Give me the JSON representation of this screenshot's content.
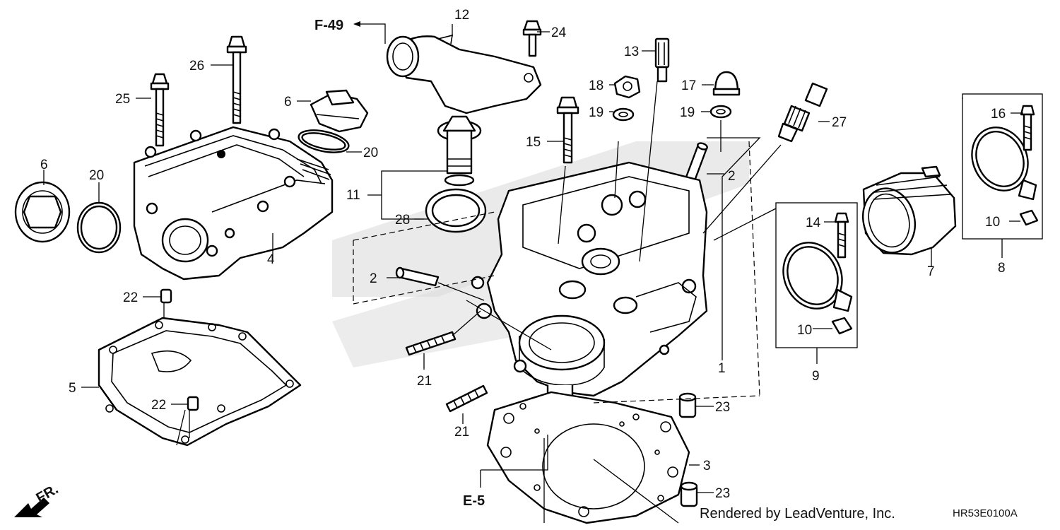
{
  "diagram": {
    "part_labels": [
      "1",
      "2",
      "2",
      "3",
      "4",
      "5",
      "6",
      "6",
      "7",
      "8",
      "9",
      "10",
      "10",
      "11",
      "12",
      "13",
      "14",
      "15",
      "16",
      "17",
      "18",
      "19",
      "19",
      "20",
      "20",
      "21",
      "21",
      "22",
      "22",
      "23",
      "23",
      "24",
      "25",
      "26",
      "27",
      "28"
    ],
    "ref_labels": {
      "f49": "F-49",
      "e5": "E-5",
      "front": "FR."
    },
    "footer": {
      "credit": "Rendered by LeadVenture, Inc.",
      "diagram_code": "HR53E0100A"
    }
  }
}
